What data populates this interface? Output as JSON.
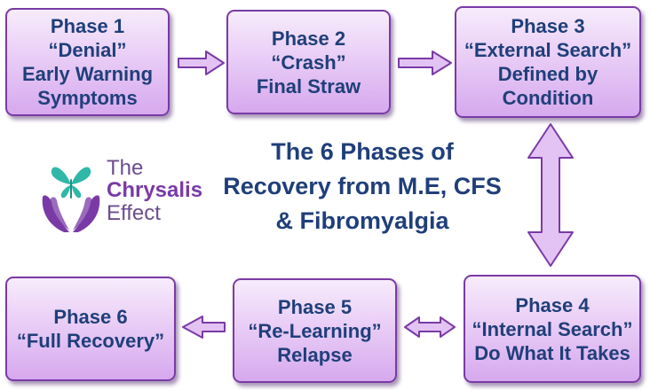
{
  "diagram": {
    "title": [
      "The 6 Phases of",
      "Recovery from M.E, CFS",
      "& Fibromyalgia"
    ],
    "phases": [
      {
        "lines": [
          "Phase 1",
          "“Denial”",
          "Early Warning",
          "Symptoms"
        ]
      },
      {
        "lines": [
          "Phase 2",
          "“Crash”",
          "Final Straw"
        ]
      },
      {
        "lines": [
          "Phase 3",
          "“External Search”",
          "Defined by",
          "Condition"
        ]
      },
      {
        "lines": [
          "Phase 4",
          "“Internal Search”",
          "Do What It Takes"
        ]
      },
      {
        "lines": [
          "Phase 5",
          "“Re-Learning”",
          "Relapse"
        ]
      },
      {
        "lines": [
          "Phase 6",
          "“Full Recovery”"
        ]
      }
    ],
    "colors": {
      "box_border": "#7a3aa6",
      "text": "#1f3f7a",
      "arrow": "#7a3aa6",
      "arrow_fill": "#e3c3f3"
    }
  },
  "logo": {
    "words": [
      "The",
      "Chrysalis",
      "Effect"
    ],
    "icon": "butterfly-hands-icon"
  }
}
